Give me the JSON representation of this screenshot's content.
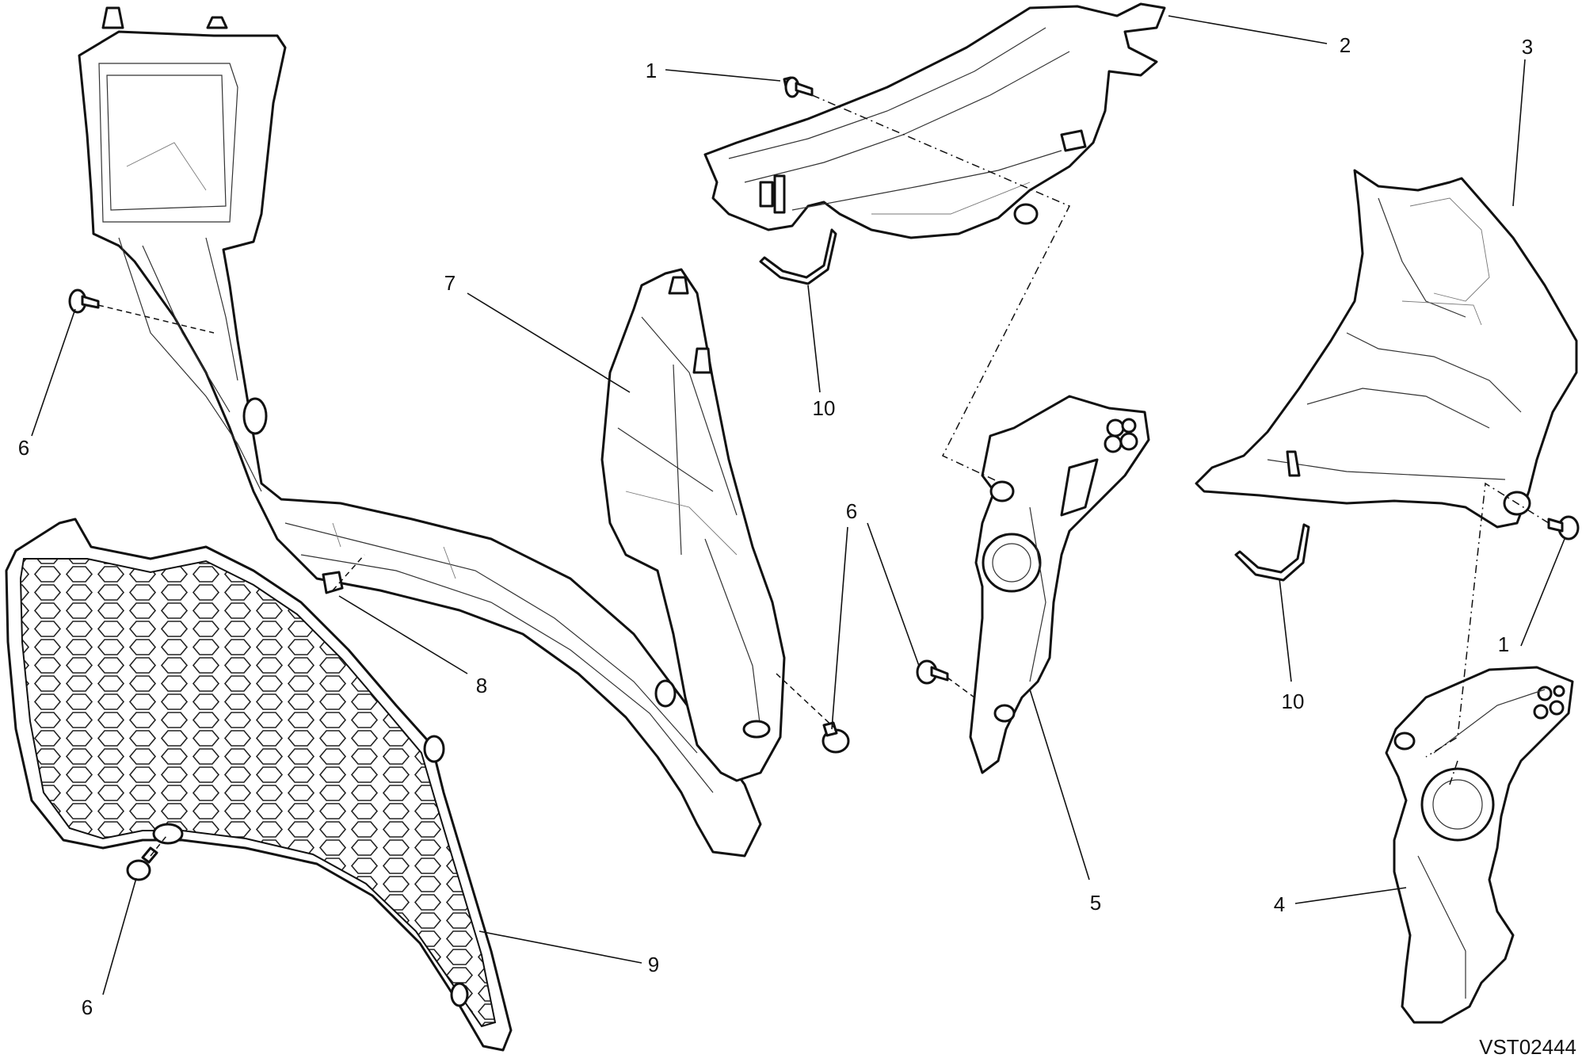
{
  "drawing_code": "VST02444",
  "callouts": {
    "c1a": "1",
    "c1b": "1",
    "c2": "2",
    "c3": "3",
    "c4": "4",
    "c5": "5",
    "c6a": "6",
    "c6b": "6",
    "c6c": "6",
    "c7": "7",
    "c8": "8",
    "c9": "9",
    "c10a": "10",
    "c10b": "10"
  }
}
